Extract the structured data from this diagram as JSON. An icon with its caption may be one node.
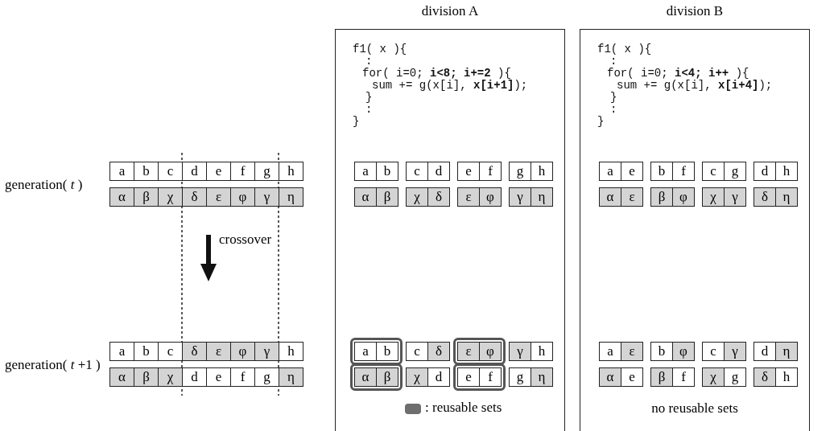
{
  "diagram": {
    "nodes": [
      {
        "text": [
          "division A",
          "f1( x ){",
          ":",
          "for( i=0; **i<8;** **i+=2** ){",
          "sum += g(x[i], **x[i+1]**);",
          "}",
          ":",
          "}"
        ]
      },
      {
        "text": [
          "division B",
          "f1( x ){",
          ":",
          "for( i=0; **i<4;** **i++** ){",
          "sum += g(x[i], **x[i+4]**);",
          "}",
          ":",
          "}",
          "no reusable sets"
        ]
      }
    ],
    "labels": [
      "generation( *t* )",
      "crossover",
      "generation( *t* +1 )",
      "a",
      "b",
      "c",
      "d",
      "e",
      "f",
      "g",
      "h",
      "a",
      "b",
      "c",
      "d",
      "e",
      "f",
      "g",
      "h",
      "a",
      "e",
      "b",
      "f",
      "c",
      "g",
      "d",
      "h",
      "α",
      "β",
      "χ",
      "δ",
      "ε",
      "φ",
      "γ",
      "η",
      "α",
      "β",
      "χ",
      "δ",
      "ε",
      "φ",
      "γ",
      "η",
      "α",
      "ε",
      "β",
      "φ",
      "χ",
      "γ",
      "δ",
      "η",
      "a",
      "b",
      "c",
      "δ",
      "ε",
      "φ",
      "γ",
      "h",
      "a",
      "b",
      "c",
      "δ",
      "ε",
      "φ",
      "γ",
      "h",
      "a",
      "ε",
      "b",
      "φ",
      "c",
      "γ",
      "d",
      "η",
      "α",
      "β",
      "χ",
      "d",
      "e",
      "f",
      "g",
      "η",
      "α",
      "β",
      "χ",
      "d",
      "e",
      "f",
      "g",
      "η",
      "α",
      "e",
      "β",
      "f",
      "χ",
      "g",
      "δ",
      "h"
    ],
    "legend": [
      {
        "text": ": reusable sets",
        "color": "#6e6e6e"
      }
    ]
  }
}
